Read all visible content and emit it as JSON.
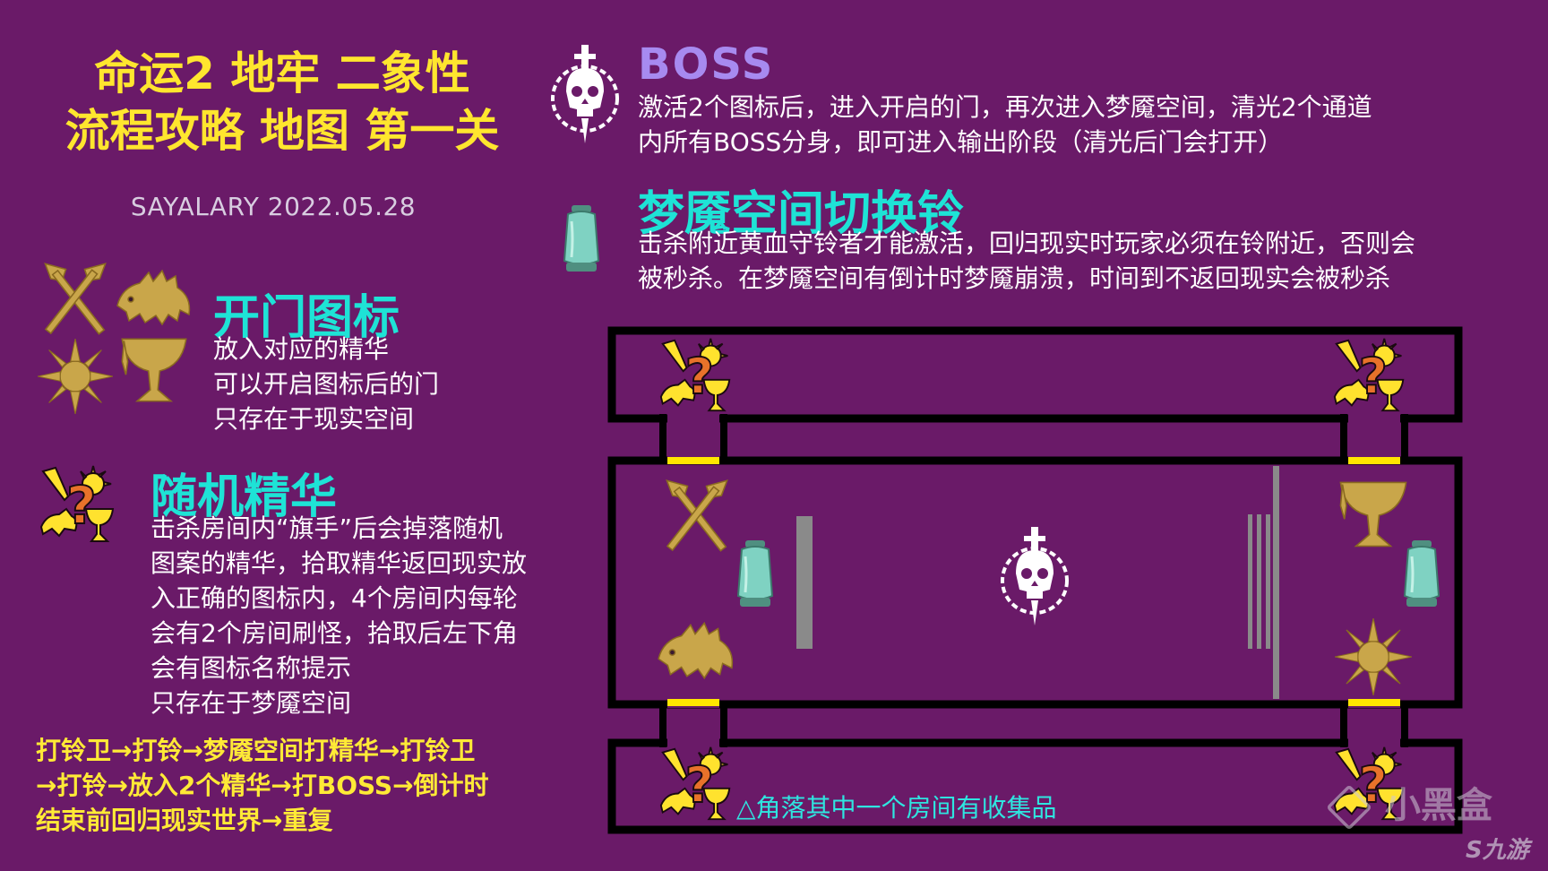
{
  "title": {
    "line1": "命运2 地牢 二象性",
    "line2": "流程攻略 地图 第一关"
  },
  "author_date": "SAYALARY 2022.05.28",
  "door_icons": {
    "heading": "开门图标",
    "lines": [
      "放入对应的精华",
      "可以开启图标后的门",
      "只存在于现实空间"
    ]
  },
  "random_essence": {
    "heading": "随机精华",
    "lines": [
      "击杀房间内“旗手”后会掉落随机",
      "图案的精华，拾取精华返回现实放",
      "入正确的图标内，4个房间内每轮",
      "会有2个房间刷怪，拾取后左下角",
      "会有图标名称提示",
      "只存在于梦魇空间"
    ]
  },
  "flow": {
    "lines": [
      "打铃卫→打铃→梦魇空间打精华→打铃卫",
      "→打铃→放入2个精华→打BOSS→倒计时",
      "结束前回归现实世界→重复"
    ]
  },
  "boss": {
    "heading": "BOSS",
    "lines": [
      "激活2个图标后，进入开启的门，再次进入梦魇空间，清光2个通道",
      "内所有BOSS分身，即可进入输出阶段（清光后门会打开）"
    ]
  },
  "bell": {
    "heading": "梦魇空间切换铃",
    "lines": [
      "击杀附近黄血守铃者才能激活，回归现实时玩家必须在铃附近，否则会",
      "被秒杀。在梦魇空间有倒计时梦魇崩溃，时间到不返回现实会被秒杀"
    ]
  },
  "map": {
    "note": "△角落其中一个房间有收集品"
  },
  "watermarks": {
    "heybox": "小黑盒",
    "jiuyou": "九游"
  },
  "icons": [
    "crossed-axes-icon",
    "boar-icon",
    "sun-icon",
    "chalice-icon",
    "bell-lantern-icon",
    "boss-skull-icon",
    "random-essence-icon"
  ],
  "colors": {
    "background": "#6a1a68",
    "title": "#ffe62e",
    "heading_cyan": "#1ee3d6",
    "boss_heading": "#a78af0",
    "gold": "#c9a64a",
    "door_yellow": "#ffe600"
  }
}
